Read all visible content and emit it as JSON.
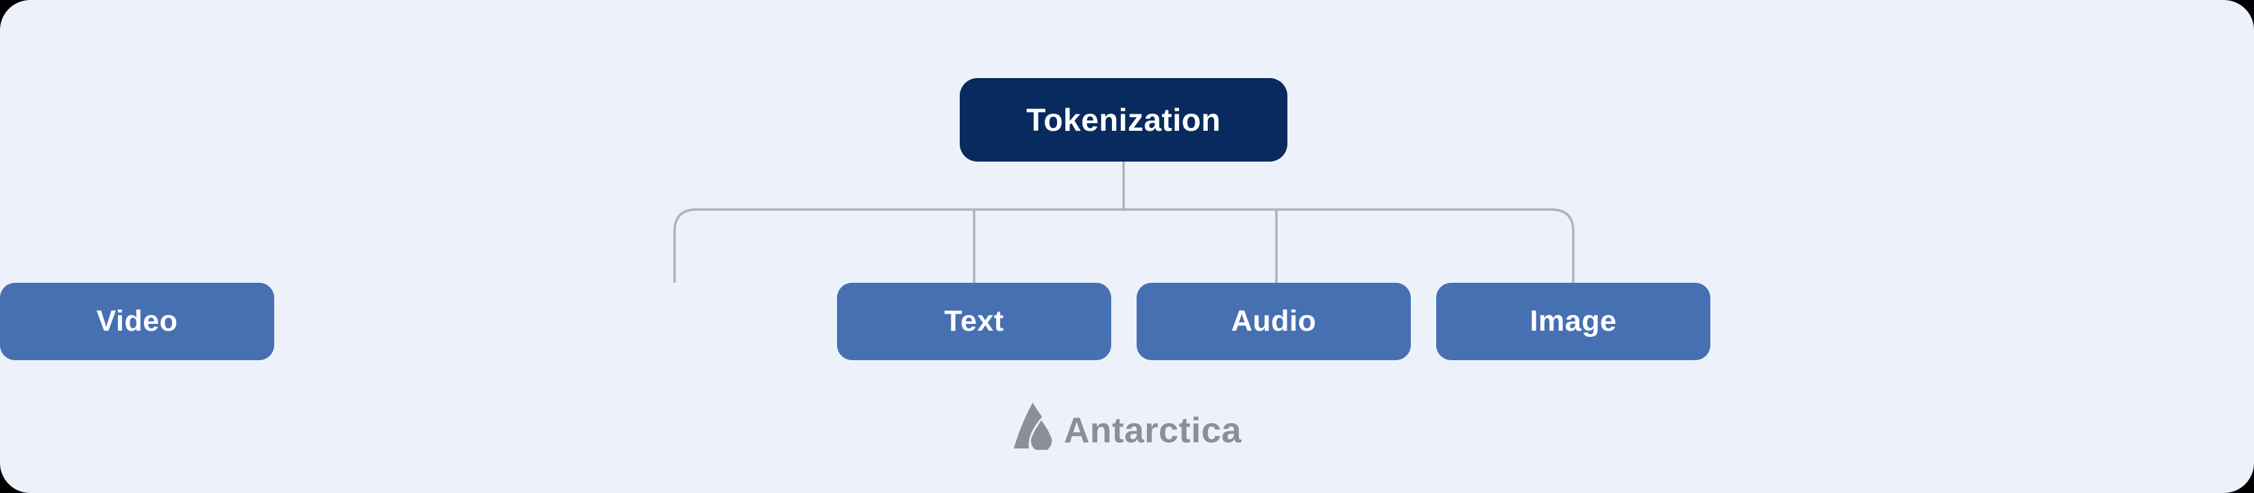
{
  "colors": {
    "outer-bg": "#000000",
    "card-bg": "#EDF2FA",
    "root-bg": "#082A5E",
    "child-bg": "#4670B2",
    "node-text": "#FFFFFF",
    "connector": "#AFB2BA",
    "brand-gray": "#8A8F99"
  },
  "diagram": {
    "type": "tree",
    "root": {
      "label": "Tokenization"
    },
    "children": [
      {
        "label": "Text"
      },
      {
        "label": "Audio"
      },
      {
        "label": "Image"
      },
      {
        "label": "Video"
      }
    ]
  },
  "footer": {
    "brand": "Antarctica",
    "logo_icon": "antarctica-mountain-droplet-mark"
  }
}
